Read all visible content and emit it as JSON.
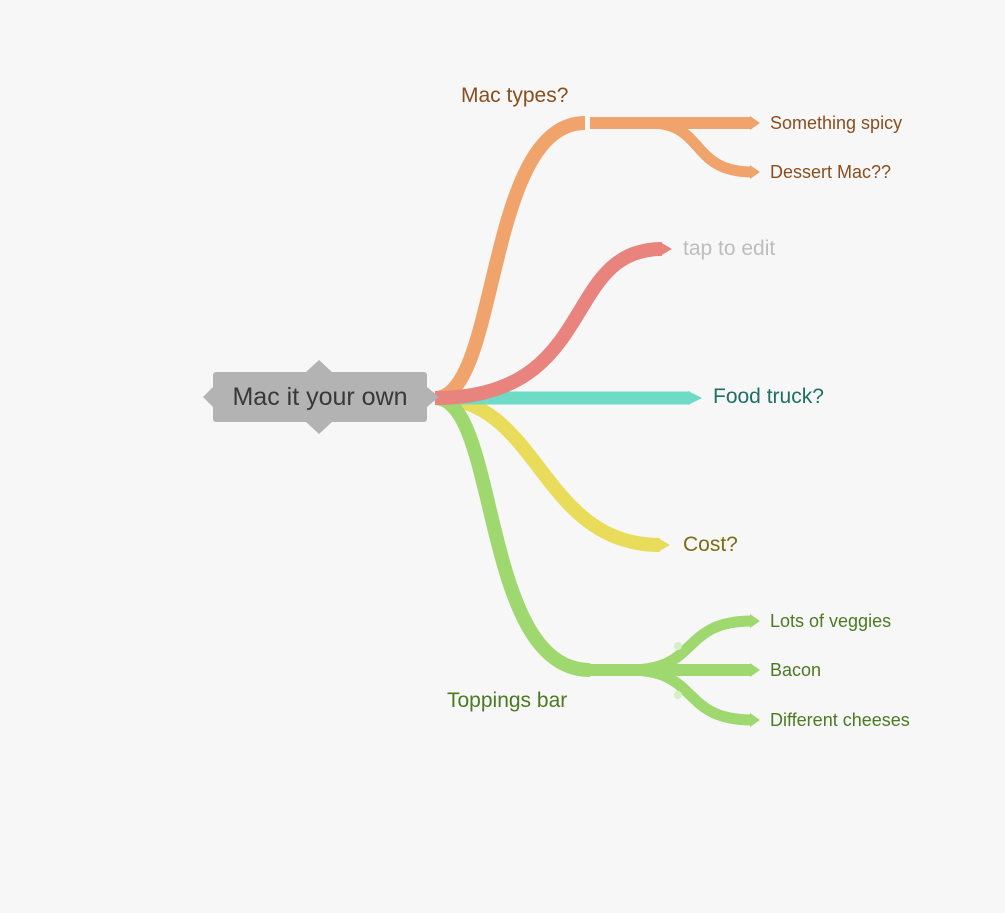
{
  "root": {
    "label": "Mac it your own",
    "color": "#b3b3b3"
  },
  "branches": [
    {
      "label": "Mac types?",
      "color": "#f0a46c",
      "text_color": "#8a4d1e",
      "children": [
        {
          "label": "Something spicy"
        },
        {
          "label": "Dessert Mac??"
        }
      ]
    },
    {
      "label": "tap to edit",
      "color": "#e8837e",
      "text_color": "#bdbdbd",
      "placeholder": true
    },
    {
      "label": "Food truck?",
      "color": "#6ddbc6",
      "text_color": "#1f6f66"
    },
    {
      "label": "Cost?",
      "color": "#e9dc5a",
      "text_color": "#7a6d12"
    },
    {
      "label": "Toppings bar",
      "color": "#9ed86e",
      "text_color": "#4b7a23",
      "children": [
        {
          "label": "Lots of veggies"
        },
        {
          "label": "Bacon"
        },
        {
          "label": "Different cheeses"
        }
      ]
    }
  ]
}
